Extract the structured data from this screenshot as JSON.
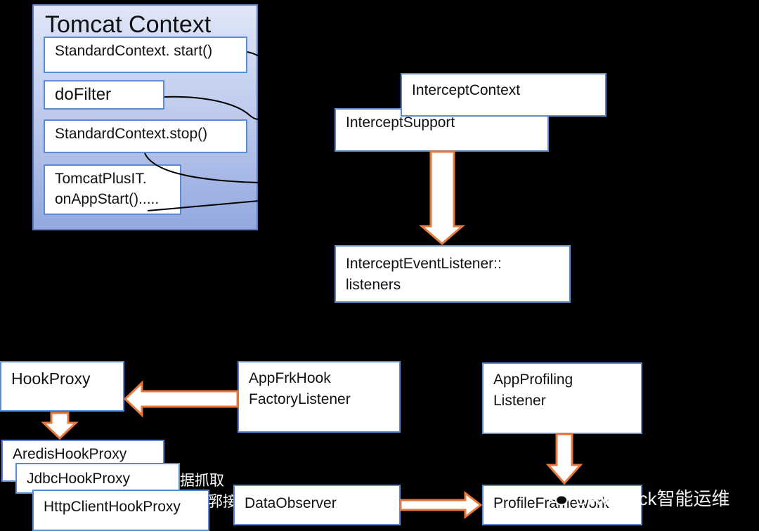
{
  "context": {
    "title": "Tomcat Context",
    "start_label": "StandardContext. start()",
    "filter_label": "doFilter",
    "stop_label": "StandardContext.stop()",
    "plus_line1": "TomcatPlusIT.",
    "plus_line2": "onAppStart()....."
  },
  "intercept": {
    "context_label": "InterceptContext",
    "support_label": "InterceptSupport",
    "listener_line1": "InterceptEventListener::",
    "listener_line2": "listeners"
  },
  "hooks": {
    "hook_proxy": "HookProxy",
    "factory_line1": "AppFrkHook",
    "factory_line2": "FactoryListener",
    "aredis": "AredisHookProxy",
    "jdbc": "JdbcHookProxy",
    "httpclient": "HttpClientHookProxy",
    "cn_text_1": "据抓取",
    "cn_text_2": "郛接"
  },
  "profiling": {
    "listener_line1": "AppProfiling",
    "listener_line2": "Listener",
    "framework_label": "ProfileFramework",
    "observer_label": "DataObserver"
  },
  "watermark": {
    "text": "UAVStack智能运维",
    "icon": "wechat-icon"
  },
  "colors": {
    "arrow_fill": "#ffffff",
    "arrow_stroke": "#e8793a",
    "box_border": "#5b8bd0"
  }
}
